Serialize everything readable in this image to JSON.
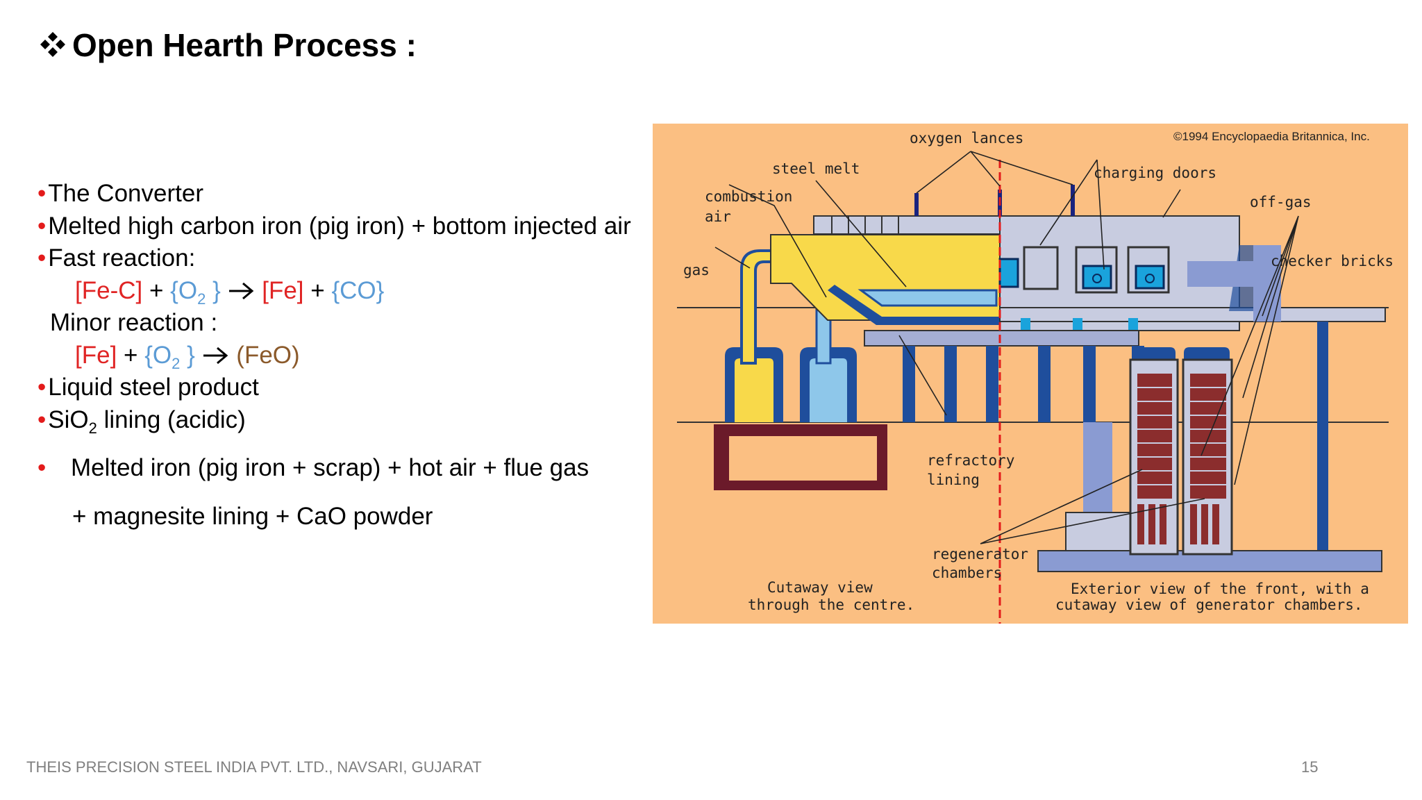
{
  "slide": {
    "title": "Open Hearth Process :",
    "bullets": {
      "b1": "The Converter",
      "b2": "Melted high carbon iron (pig iron) + bottom injected air",
      "b3": "Fast reaction:",
      "r1": {
        "fec": "[Fe-C]",
        "plus1": "+",
        "o2_open": "{O",
        "o2_sub": "2",
        "o2_close": "}",
        "fe": "[Fe]",
        "plus2": "+",
        "co": "{CO}"
      },
      "minor": "Minor reaction :",
      "r2": {
        "fe": "[Fe]",
        "plus1": "+",
        "o2_open": "{O",
        "o2_sub": "2",
        "o2_close": "}",
        "feo": "(FeO)"
      },
      "b4": "Liquid steel product",
      "b5_pre": "SiO",
      "b5_sub": "2",
      "b5_post": " lining (acidic)",
      "b6": "Melted iron (pig iron + scrap) + hot air + flue gas",
      "b6_cont": "+ magnesite lining + CaO powder"
    },
    "bullet_char": "•"
  },
  "diagram": {
    "copyright": "©1994 Encyclopaedia Britannica, Inc.",
    "labels": {
      "oxygen_lances": "oxygen lances",
      "steel_melt": "steel melt",
      "charging_doors": "charging doors",
      "combustion": "combustion",
      "air": "air",
      "off_gas": "off-gas",
      "gas": "gas",
      "checker_bricks": "checker bricks",
      "refractory": "refractory",
      "lining": "lining",
      "regenerator": "regenerator",
      "chambers": "chambers",
      "cutaway1": "Cutaway view",
      "cutaway2": "through the centre.",
      "exterior1": "Exterior view of the front, with a",
      "exterior2": "cutaway view of generator chambers."
    },
    "colors": {
      "background": "#fbbf82",
      "brick": "#8b2d2d",
      "steel_blue": "#1f4e9c",
      "yellow": "#f8d94a",
      "light_blue": "#8ec7ea",
      "grey": "#c8cce0",
      "dark_red": "#6b1a2a"
    }
  },
  "footer": {
    "company": "THEIS PRECISION STEEL INDIA PVT. LTD., NAVSARI, GUJARAT",
    "page": "15"
  }
}
